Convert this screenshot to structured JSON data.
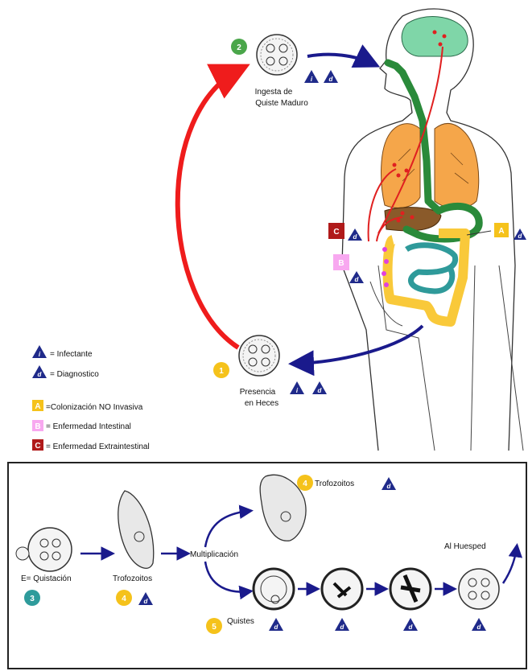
{
  "top": {
    "step2": {
      "num": "2",
      "label1": "Ingesta de",
      "label2": "Quiste Maduro",
      "badges": [
        "i",
        "d"
      ]
    },
    "step1": {
      "num": "1",
      "label1": "Presencia",
      "label2": "en Heces",
      "badges": [
        "i",
        "d"
      ]
    },
    "letters": {
      "a": "A",
      "b": "B",
      "c": "C",
      "d": "d"
    },
    "legend": {
      "infectante_symbol": "i",
      "infectante": "= Infectante",
      "diagnostico_symbol": "d",
      "diagnostico": "= Diagnostico",
      "a_letter": "A",
      "a_text": "=Colonización NO Invasiva",
      "b_letter": "B",
      "b_text": "= Enfermedad Intestinal",
      "c_letter": "C",
      "c_text": "= Enfermedad Extraintestinal"
    }
  },
  "bottom": {
    "excyst": {
      "num": "3",
      "label": "E= Quistación"
    },
    "troph_left": {
      "num": "4",
      "label": "Trofozoitos",
      "badge": "d"
    },
    "multiplicacion": "Multiplicación",
    "troph_top": {
      "num": "4",
      "label": "Trofozoitos",
      "badge": "d"
    },
    "quistes": {
      "num": "5",
      "label": "Quistes",
      "badge": "d"
    },
    "al_huesped": "Al Huesped"
  },
  "colors": {
    "red_arrow": "#ef1c1c",
    "blue_arrow": "#1a1a8c",
    "green_badge": "#4aa64a",
    "yellow_badge": "#f5c21b",
    "teal_badge": "#2e9b9b",
    "triangle": "#1f2a8a",
    "lung": "#f5a64a",
    "brain": "#7fd6a8",
    "gut": "#2a8a3a",
    "colon": "#f9c93a",
    "small_intestine": "#2f9a9a",
    "liver": "#8a5a2a",
    "a_box": "#f5c21b",
    "b_box": "#f8a8f0",
    "c_box": "#b01a1a"
  }
}
